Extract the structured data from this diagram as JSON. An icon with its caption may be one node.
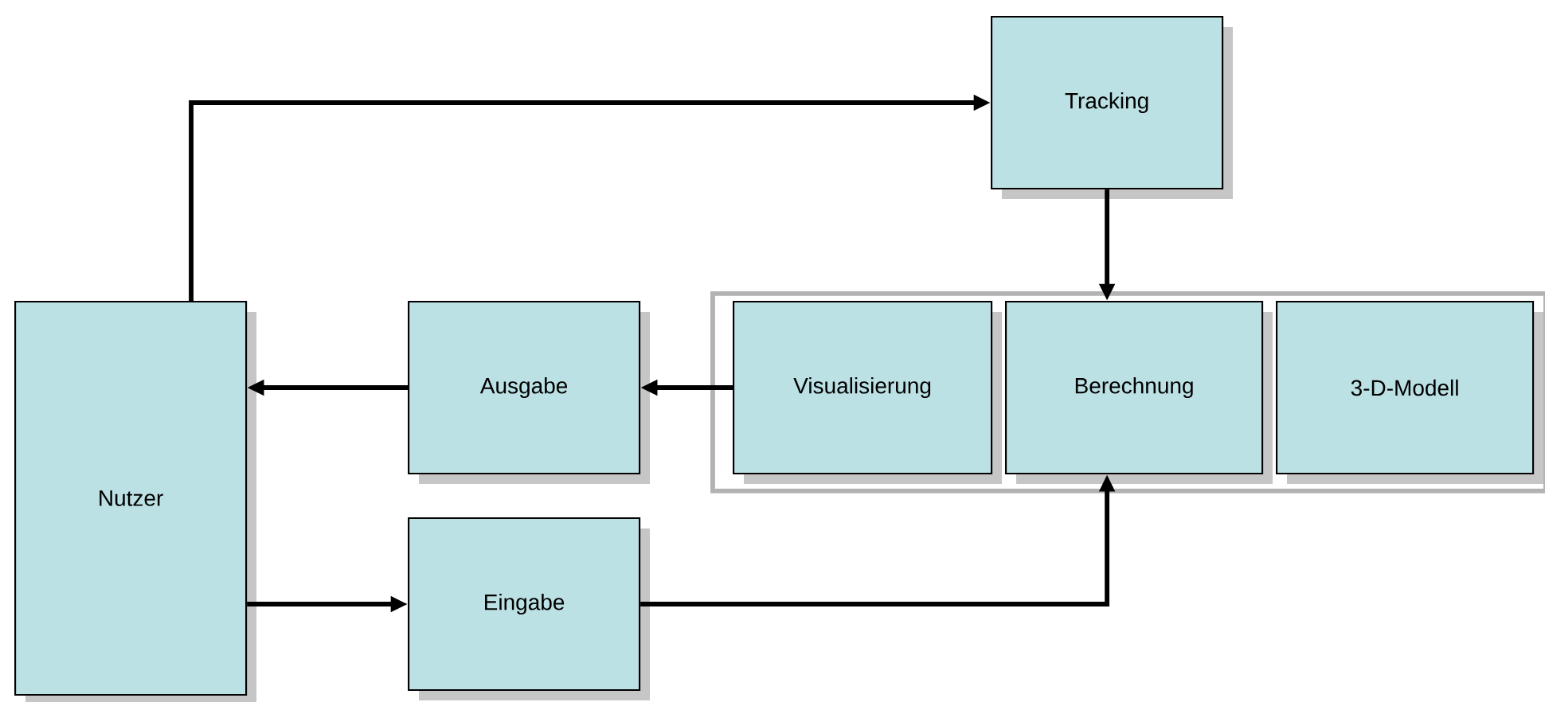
{
  "diagram": {
    "nodes": [
      {
        "text": [
          "Tracking"
        ]
      },
      {
        "text": [
          "Nutzer"
        ]
      },
      {
        "text": [
          "Ausgabe"
        ]
      },
      {
        "text": [],
        "shape": "box"
      },
      {
        "text": [
          "Visualisierung"
        ],
        "in": 3
      },
      {
        "text": [
          "Berechnung"
        ],
        "in": 3
      },
      {
        "text": [
          "3-D-Modell"
        ],
        "in": 3
      },
      {
        "text": [
          "Eingabe"
        ]
      }
    ],
    "edges": [
      {
        "from": 1,
        "to": 0,
        "arrow": "to"
      },
      {
        "from": 0,
        "to": 5,
        "arrow": "to"
      },
      {
        "from": 4,
        "to": 2,
        "arrow": "to"
      },
      {
        "from": 2,
        "to": 1,
        "arrow": "to"
      },
      {
        "from": 1,
        "to": 7,
        "arrow": "to"
      },
      {
        "from": 7,
        "to": 5,
        "arrow": "to"
      }
    ]
  }
}
